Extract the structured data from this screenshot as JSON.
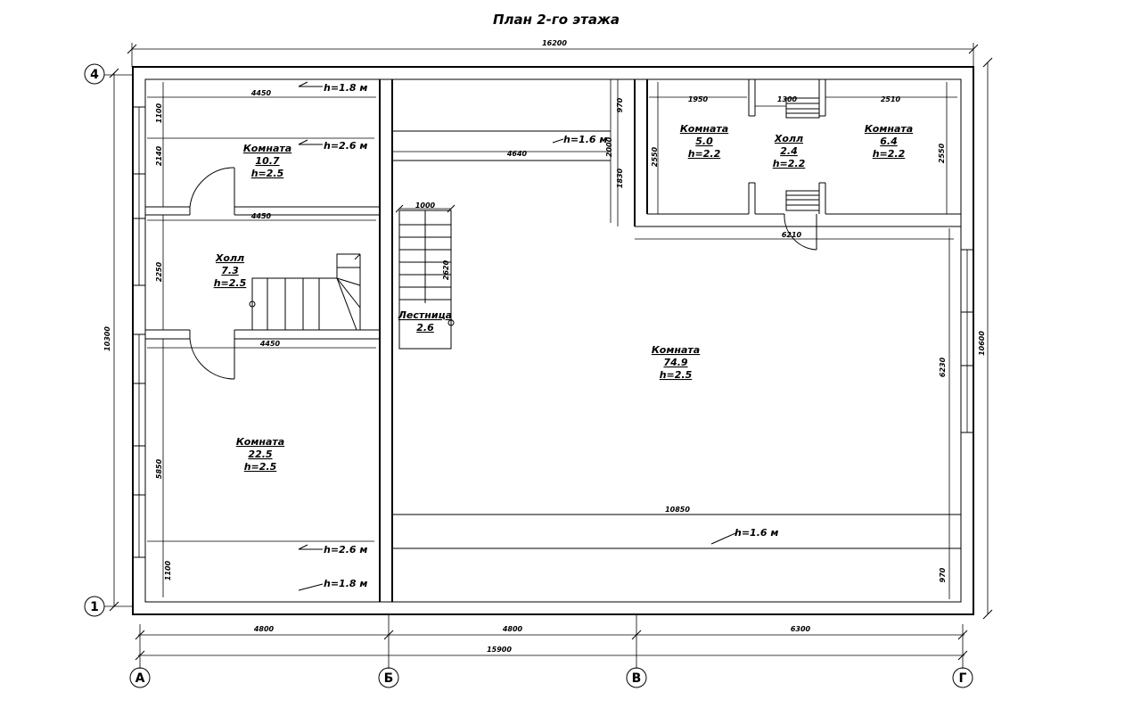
{
  "title": "План 2-го этажа",
  "rooms": [
    {
      "name": "Комната",
      "area": "10.7",
      "height": "h=2.5"
    },
    {
      "name": "Холл",
      "area": "7.3",
      "height": "h=2.5"
    },
    {
      "name": "Комната",
      "area": "22.5",
      "height": "h=2.5"
    },
    {
      "name": "Лестница",
      "area": "2.6"
    },
    {
      "name": "Комната",
      "area": "74.9",
      "height": "h=2.5"
    },
    {
      "name": "Комната",
      "area": "5.0",
      "height": "h=2.2"
    },
    {
      "name": "Холл",
      "area": "2.4",
      "height": "h=2.2"
    },
    {
      "name": "Комната",
      "area": "6.4",
      "height": "h=2.2"
    }
  ],
  "height_lines": [
    "h=1.8 м",
    "h=2.6 м",
    "h=1.6 м",
    "h=2.6 м",
    "h=1.8 м",
    "h=1.6 м"
  ],
  "dims": {
    "overall_width": "16200",
    "overall_height_left": "10300",
    "overall_height_right": "10600",
    "room1_width": "4450",
    "room1_h1": "1100",
    "room1_h2": "2140",
    "hall_width": "4450",
    "hall_height": "2250",
    "room3_width": "4450",
    "room3_height": "5850",
    "room3_h2": "1100",
    "stair_width": "1000",
    "stair_length": "2620",
    "big_top_width": "4640",
    "big_top_h1": "970",
    "big_top_h2": "2000",
    "big_top_h3": "1830",
    "big_width": "10850",
    "big_height": "6230",
    "big_bottom_h": "970",
    "r6_width": "1950",
    "r6_height": "2550",
    "hall2_width": "1300",
    "r8_width": "2510",
    "r8_height": "2550",
    "right_block_width": "6210",
    "bottom_a_b": "4800",
    "bottom_b_v": "4800",
    "bottom_v_g": "6300",
    "bottom_total": "15900"
  },
  "axes": {
    "left_top": "4",
    "left_bottom": "1",
    "a": "А",
    "b": "Б",
    "v": "В",
    "g": "Г"
  }
}
